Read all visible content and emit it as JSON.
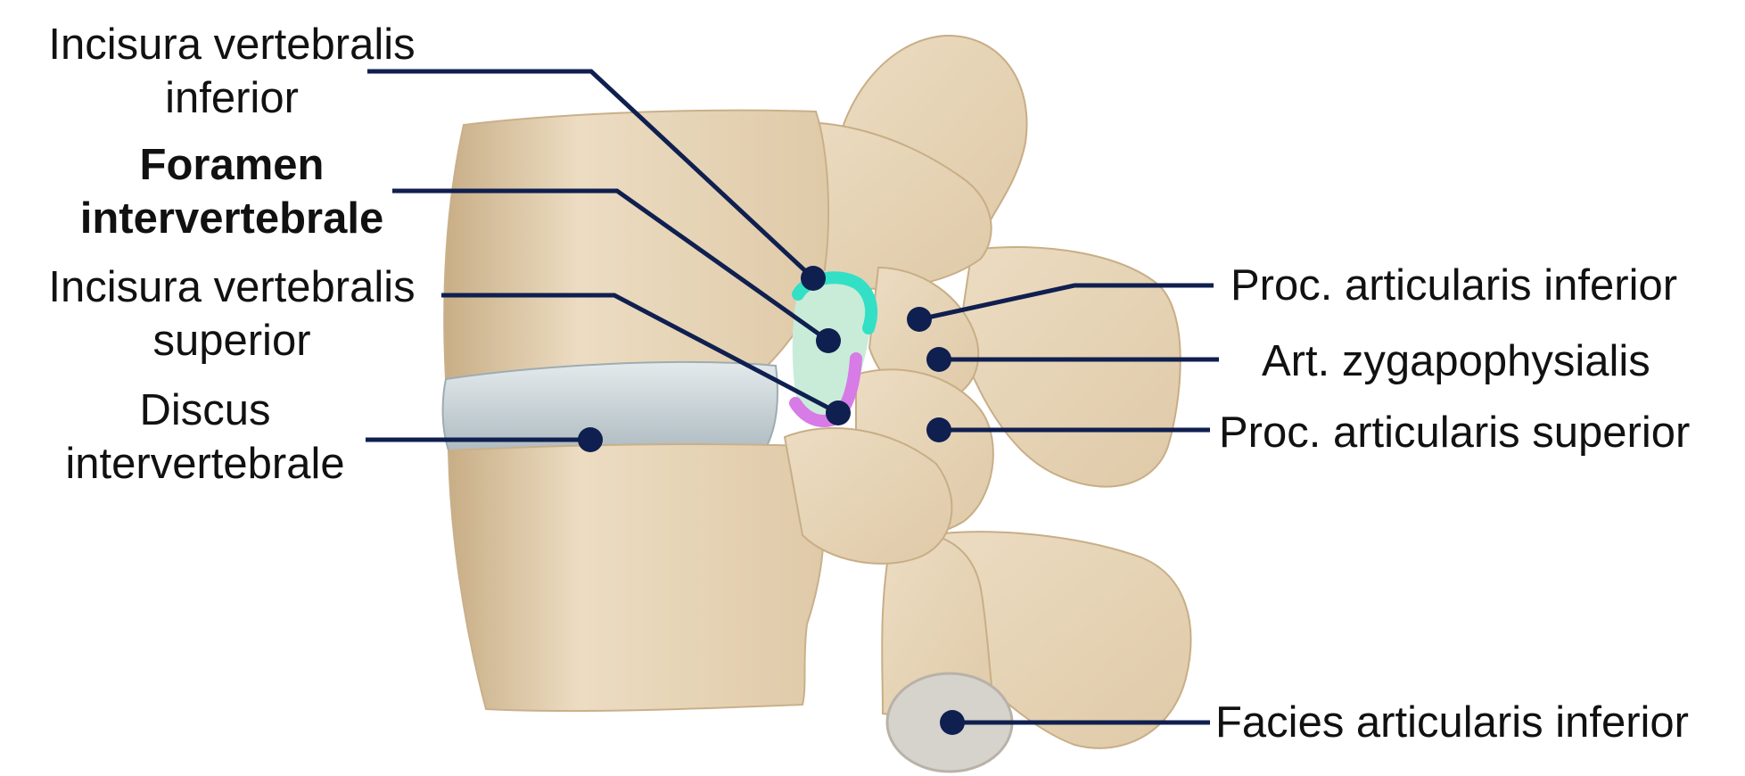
{
  "colors": {
    "leader_line": "#0f1f4f",
    "bone_light": "#ecdcc2",
    "bone_mid": "#dfcaa8",
    "bone_shadow": "#c8ae86",
    "disc": "#cfd8dc",
    "foramen_fill": "#c9ecd9",
    "notch_inferior_highlight": "#33e0c6",
    "notch_superior_highlight": "#d77be6",
    "background": "#ffffff"
  },
  "labels": {
    "incisura_inferior": {
      "line1": "Incisura vertebralis",
      "line2": "inferior"
    },
    "foramen": {
      "line1": "Foramen",
      "line2": "intervertebrale"
    },
    "incisura_superior": {
      "line1": "Incisura vertebralis",
      "line2": "superior"
    },
    "discus": {
      "line1": "Discus",
      "line2": "intervertebrale"
    },
    "proc_inferior": "Proc. articularis inferior",
    "art_zyg": "Art. zygapophysialis",
    "proc_superior": "Proc. articularis superior",
    "facies_inferior": "Facies articularis inferior"
  }
}
